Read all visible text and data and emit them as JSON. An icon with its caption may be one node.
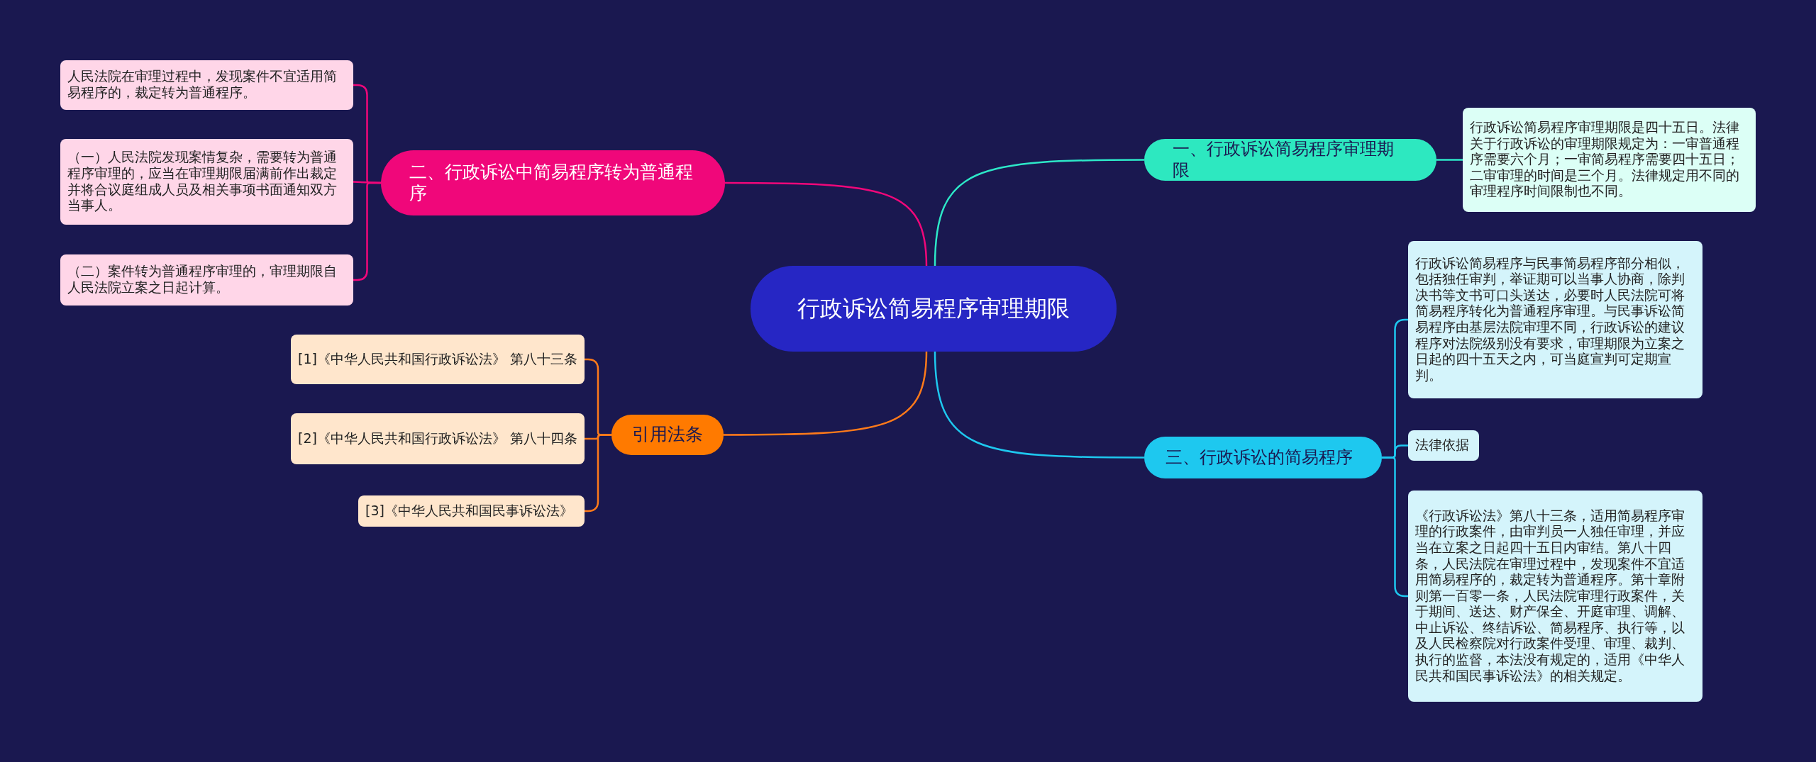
{
  "diagram": {
    "nodes": [
      {
        "text": [
          "行政诉讼简易程序审理期限"
        ]
      },
      {
        "text": [
          "一、行政诉讼简易程序审理期限"
        ]
      },
      {
        "text": [
          "行政诉讼简易程序审理期限是四十五日。法律关于行政诉讼的审理期限规定为：一审普通程序需要六个月；一审简易程序需要四十五日；二审审理的时间是三个月。法律规定用不同的审理程序时间限制也不同。"
        ]
      },
      {
        "text": [
          "二、行政诉讼中简易程序转为普通程序"
        ]
      },
      {
        "text": [
          "人民法院在审理过程中，发现案件不宜适用简易程序的，裁定转为普通程序。"
        ]
      },
      {
        "text": [
          "（一）人民法院发现案情复杂，需要转为普通程序审理的，应当在审理期限届满前作出裁定并将合议庭组成人员及相关事项书面通知双方当事人。"
        ]
      },
      {
        "text": [
          "（二）案件转为普通程序审理的，审理期限自人民法院立案之日起计算。"
        ]
      },
      {
        "text": [
          "引用法条"
        ]
      },
      {
        "text": [
          "[1]《中华人民共和国行政诉讼法》 第八十三条"
        ]
      },
      {
        "text": [
          "[2]《中华人民共和国行政诉讼法》 第八十四条"
        ]
      },
      {
        "text": [
          "[3]《中华人民共和国民事诉讼法》"
        ]
      },
      {
        "text": [
          "三、行政诉讼的简易程序"
        ]
      },
      {
        "text": [
          "行政诉讼简易程序与民事简易程序部分相似，包括独任审判，举证期可以当事人协商，除判决书等文书可口头送达，必要时人民法院可将简易程序转化为普通程序审理。与民事诉讼简易程序由基层法院审理不同，行政诉讼的建议程序对法院级别没有要求，审理期限为立案之日起的四十五天之内，可当庭宣判可定期宣判。"
        ]
      },
      {
        "text": [
          "法律依据"
        ]
      },
      {
        "text": [
          "《行政诉讼法》第八十三条，适用简易程序审理的行政案件，由审判员一人独任审理，并应当在立案之日起四十五日内审结。第八十四条，人民法院在审理过程中，发现案件不宜适用简易程序的，裁定转为普通程序。第十章附则第一百零一条，人民法院审理行政案件，关于期间、送达、财产保全、开庭审理、调解、中止诉讼、终结诉讼、简易程序、执行等，以及人民检察院对行政案件受理、审理、裁判、执行的监督，本法没有规定的，适用《中华人民共和国民事诉讼法》的相关规定。"
        ]
      }
    ],
    "edges": [
      {
        "from": 0,
        "to": 1,
        "arrow": "none",
        "color": "#2de8c8"
      },
      {
        "from": 1,
        "to": 2,
        "arrow": "none",
        "color": "#2de8c8"
      },
      {
        "from": 0,
        "to": 3,
        "arrow": "none",
        "color": "#f0077a"
      },
      {
        "from": 3,
        "to": 4,
        "arrow": "none",
        "color": "#f0077a"
      },
      {
        "from": 3,
        "to": 5,
        "arrow": "none",
        "color": "#f0077a"
      },
      {
        "from": 3,
        "to": 6,
        "arrow": "none",
        "color": "#f0077a"
      },
      {
        "from": 0,
        "to": 7,
        "arrow": "none",
        "color": "#ff7a1a"
      },
      {
        "from": 7,
        "to": 8,
        "arrow": "none",
        "color": "#ff7a1a"
      },
      {
        "from": 7,
        "to": 9,
        "arrow": "none",
        "color": "#ff7a1a"
      },
      {
        "from": 7,
        "to": 10,
        "arrow": "none",
        "color": "#ff7a1a"
      },
      {
        "from": 0,
        "to": 11,
        "arrow": "none",
        "color": "#1ec8ef"
      },
      {
        "from": 11,
        "to": 12,
        "arrow": "none",
        "color": "#1ec8ef"
      },
      {
        "from": 11,
        "to": 13,
        "arrow": "none",
        "color": "#1ec8ef"
      },
      {
        "from": 11,
        "to": 14,
        "arrow": "none",
        "color": "#1ec8ef"
      }
    ]
  }
}
